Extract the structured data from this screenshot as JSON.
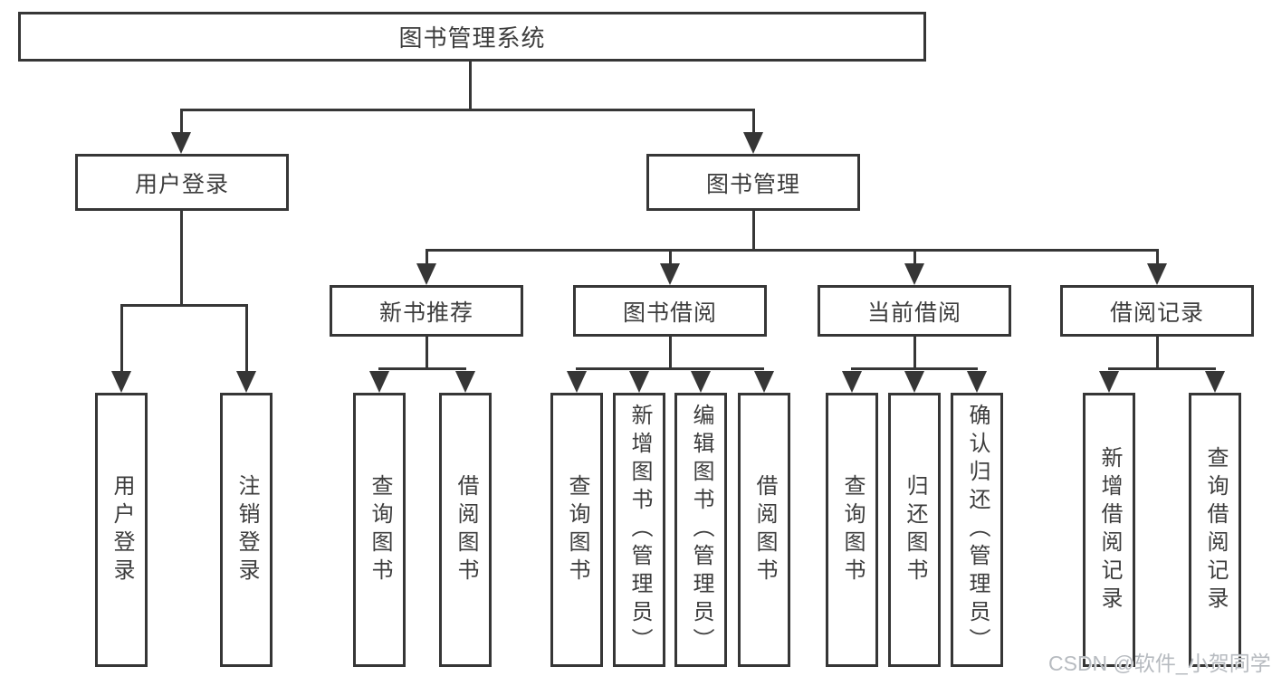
{
  "diagram": {
    "type": "hierarchy-tree",
    "root": {
      "label": "图书管理系统"
    },
    "branches": [
      {
        "label": "用户登录",
        "children": [
          {
            "label": "用户登录"
          },
          {
            "label": "注销登录"
          }
        ]
      },
      {
        "label": "图书管理",
        "children": [
          {
            "label": "新书推荐",
            "children": [
              {
                "label": "查询图书"
              },
              {
                "label": "借阅图书"
              }
            ]
          },
          {
            "label": "图书借阅",
            "children": [
              {
                "label": "查询图书"
              },
              {
                "label": "新增图书（管理员）"
              },
              {
                "label": "编辑图书（管理员）"
              },
              {
                "label": "借阅图书"
              }
            ]
          },
          {
            "label": "当前借阅",
            "children": [
              {
                "label": "查询图书"
              },
              {
                "label": "归还图书"
              },
              {
                "label": "确认归还（管理员）"
              }
            ]
          },
          {
            "label": "借阅记录",
            "children": [
              {
                "label": "新增借阅记录"
              },
              {
                "label": "查询借阅记录"
              }
            ]
          }
        ]
      }
    ]
  },
  "watermark": {
    "text": "CSDN @软件_小贺同学"
  },
  "colors": {
    "line": "#363636",
    "text": "#3d3d3d",
    "box_background": "#ffffff",
    "page_background": "#ffffff",
    "watermark": "#b7bbc0"
  }
}
